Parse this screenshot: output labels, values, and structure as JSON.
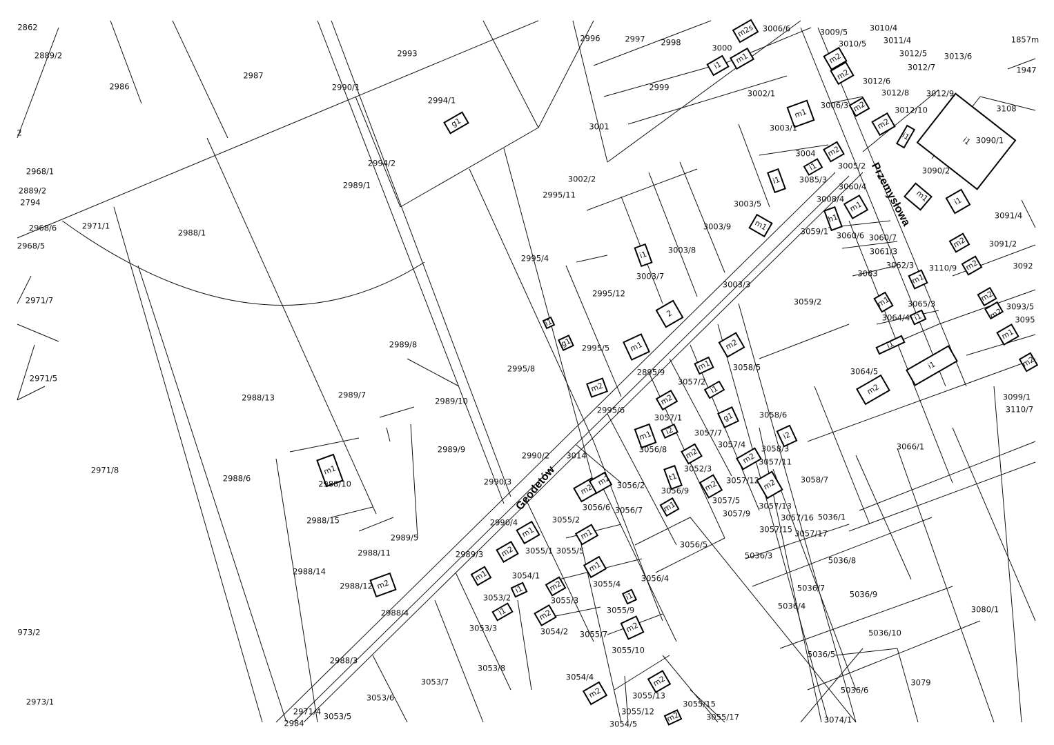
{
  "map": {
    "streets": [
      "Geodetów",
      "Przemysłowa"
    ],
    "parcels": [
      "2862",
      "2889/2",
      "2986",
      "2987",
      "2993",
      "2990/1",
      "2994/1",
      "2996",
      "2997",
      "2998",
      "3000",
      "3006/6",
      "2999",
      "3002/1",
      "3001",
      "3003/1",
      "3004",
      "3005/2",
      "3085/3",
      "3060/4",
      "3008/4",
      "3090/2",
      "3090/1",
      "3108",
      "3013/6",
      "3012/5",
      "3012/7",
      "3011/4",
      "3010/5",
      "3009/5",
      "3010/4",
      "3012/6",
      "3012/8",
      "3012/9",
      "3012/10",
      "3006/3",
      "1947",
      "1857m",
      "2",
      "2968/1",
      "2889/2",
      "2794",
      "2968/6",
      "2971/1",
      "2968/5",
      "2988/1",
      "2989/1",
      "2994/2",
      "3002/2",
      "2995/11",
      "3003/5",
      "3003/9",
      "3003/8",
      "3059/1",
      "3060/6",
      "3060/7",
      "3061/3",
      "3062/3",
      "3063",
      "3110/9",
      "3091/4",
      "3091/2",
      "3092",
      "3093/5",
      "3095",
      "2995/4",
      "3003/7",
      "2995/12",
      "3003/3",
      "3059/2",
      "3065/3",
      "3064/4",
      "2971/7",
      "2989/8",
      "2995/8",
      "2995/5",
      "2895/9",
      "3057/2",
      "3058/5",
      "3064/5",
      "3099/1",
      "3110/7",
      "2971/5",
      "2988/13",
      "2989/7",
      "2989/10",
      "2995/6",
      "3057/1",
      "3057/7",
      "3057/4",
      "3058/6",
      "3058/3",
      "3056/8",
      "3052/3",
      "3057/11",
      "3066/1",
      "2989/9",
      "2971/8",
      "2988/6",
      "2988/10",
      "2990/3",
      "3014",
      "2990/2",
      "3056/2",
      "3057/12",
      "3058/7",
      "3057/5",
      "3056/9",
      "3056/7",
      "3056/6",
      "3055/2",
      "2990/4",
      "3057/13",
      "3057/16",
      "5036/1",
      "3057/9",
      "3057/15",
      "3057/17",
      "2988/15",
      "2989/5",
      "3055/1",
      "3055/5",
      "3056/5",
      "2988/11",
      "2989/3",
      "5036/3",
      "5036/8",
      "2988/14",
      "3054/1",
      "3056/4",
      "3055/4",
      "2988/12",
      "3055/3",
      "3053/2",
      "5036/7",
      "5036/9",
      "3080/1",
      "2988/4",
      "3055/9",
      "5036/4",
      "3053/3",
      "3054/2",
      "3055/7",
      "3055/10",
      "5036/10",
      "973/2",
      "2988/3",
      "3053/8",
      "5036/5",
      "3079",
      "3053/7",
      "3054/4",
      "3055/13",
      "5036/6",
      "2973/1",
      "3053/6",
      "2971/4",
      "2984",
      "3053/5",
      "3055/12",
      "3055/15",
      "3055/17",
      "3054/5",
      "3074/1"
    ],
    "buildings": [
      "g1",
      "m2s",
      "i1",
      "m1",
      "m1",
      "m2",
      "i1",
      "i1",
      "m1",
      "h1",
      "m1",
      "m2",
      "m2",
      "m2",
      "m2",
      "i1",
      "i1",
      "m1",
      "i1",
      "m2",
      "m2",
      "m1",
      "i1",
      "m2",
      "i1",
      "2",
      "m1",
      "g1",
      "m2",
      "m2",
      "m1",
      "i1",
      "m2",
      "m1",
      "i2",
      "m2",
      "t1",
      "m1",
      "m2",
      "m2",
      "m2",
      "g1",
      "i2",
      "m2",
      "m2",
      "m1",
      "m1",
      "m1",
      "m2",
      "m1",
      "i1",
      "m2",
      "m2",
      "i1",
      "i1",
      "m2",
      "m2",
      "m2",
      "m2",
      "m2",
      "m1",
      "i1",
      "i1",
      "i1",
      "m1",
      "m1",
      "m2",
      "m2",
      "m2"
    ]
  }
}
